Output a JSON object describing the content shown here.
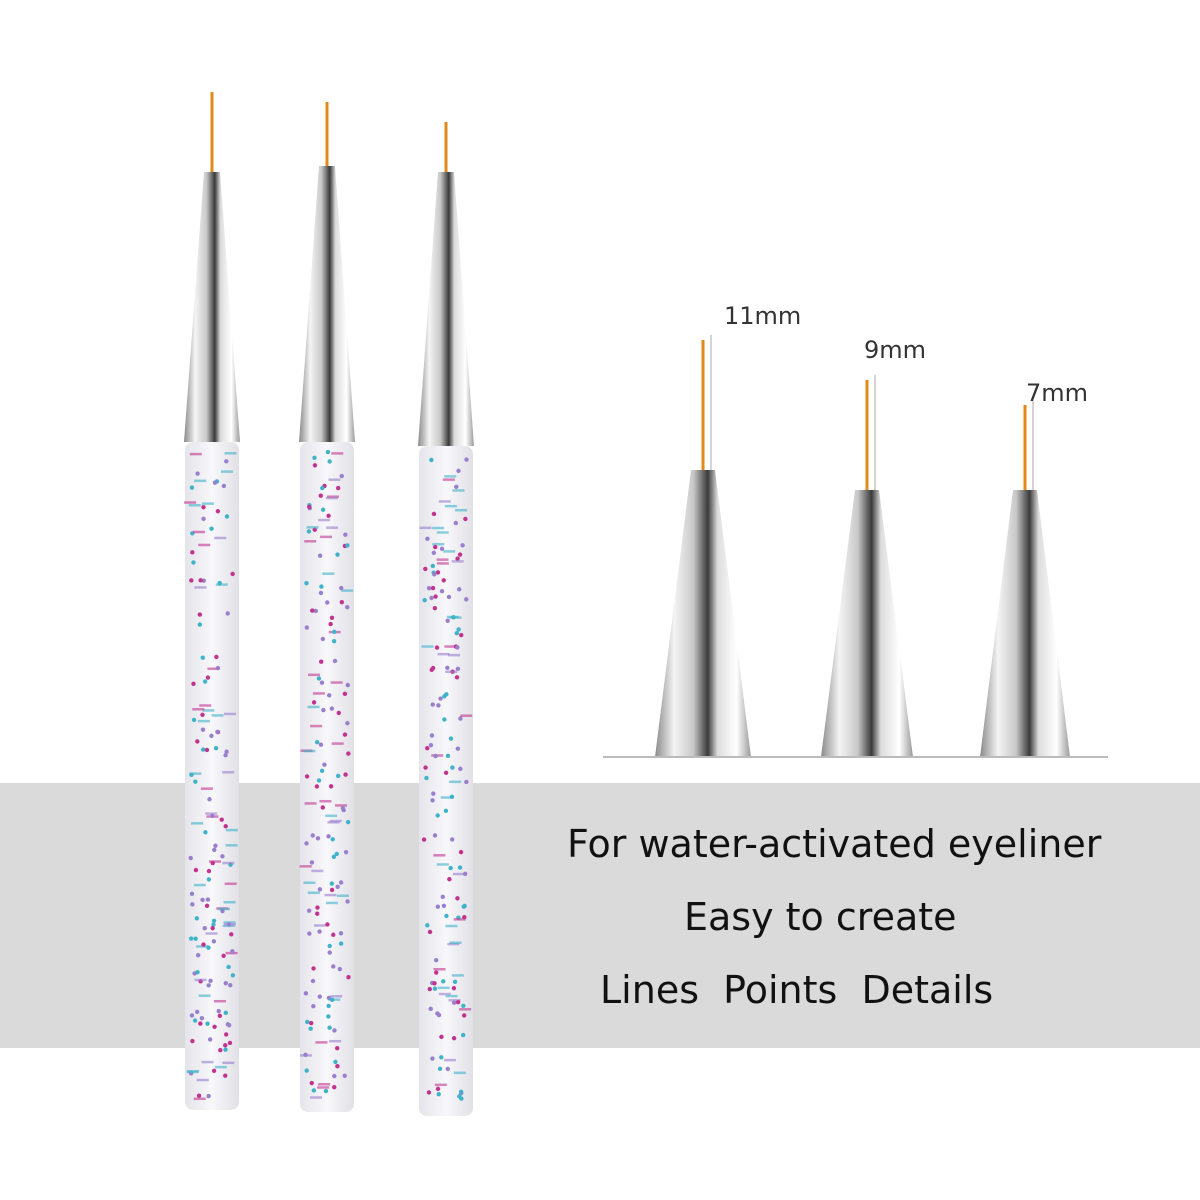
{
  "caption": {
    "line1": "For water-activated eyeliner",
    "line2": "Easy to create",
    "line3": "Lines  Points  Details"
  },
  "sizes": [
    "11mm",
    "9mm",
    "7mm"
  ],
  "colors": {
    "band": "#dadada",
    "bristle": "#e08a1a",
    "glitter_blue": "#3fb3c9",
    "glitter_pink": "#c2338f",
    "glitter_purple": "#9a7fcf"
  }
}
